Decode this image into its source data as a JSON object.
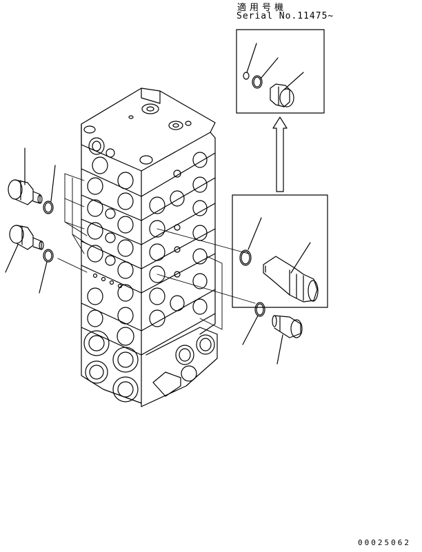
{
  "applicability": {
    "label_jp": "適用号機",
    "serial_text": "Serial No.11475~"
  },
  "document_code": "00025062",
  "colors": {
    "line": "#000000",
    "background": "#ffffff"
  }
}
